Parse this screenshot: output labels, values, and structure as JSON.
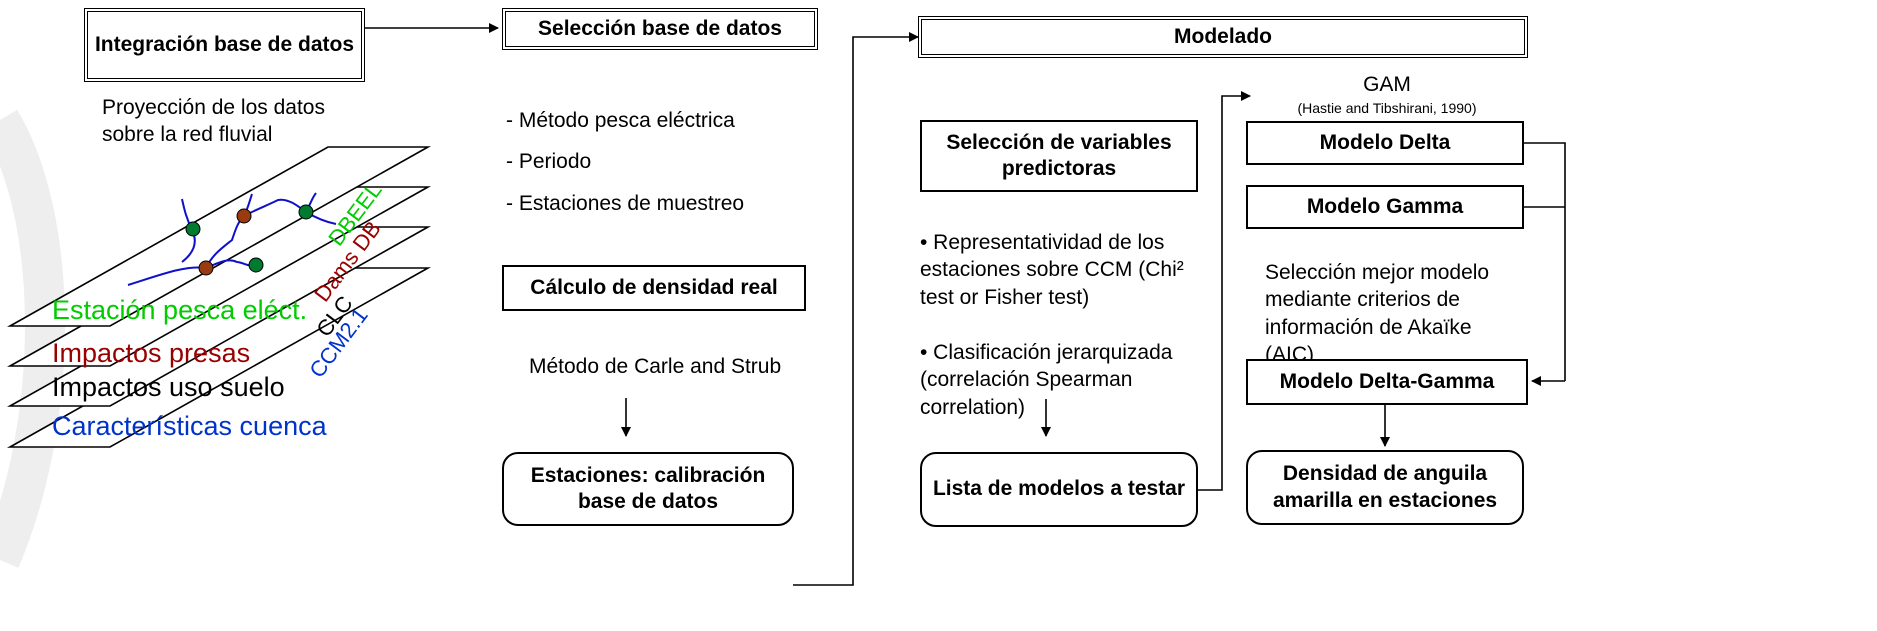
{
  "col1": {
    "header": "Integración base de datos",
    "projection": [
      "Proyección de los datos",
      "sobre la red fluvial"
    ],
    "layers": {
      "estacion": "Estación pesca eléct.",
      "presas": "Impactos presas",
      "suelo": "Impactos uso suelo",
      "cuenca": "Características cuenca"
    },
    "layer_tags": {
      "dbeel": "DBEEL",
      "dams": "Dams DB",
      "clc": "CLC",
      "ccm": "CCM2.1"
    }
  },
  "col2": {
    "header": "Selección base de datos",
    "bullets": [
      "- Método pesca eléctrica",
      "- Periodo",
      "- Estaciones de muestreo"
    ],
    "density_box": "Cálculo de densidad real",
    "method": "Método de Carle and Strub",
    "calibration_box": "Estaciones: calibración base de datos"
  },
  "col3": {
    "header": "Modelado",
    "variables_box": "Selección de variables predictoras",
    "bullet1": [
      "• Representatividad de los",
      "estaciones sobre CCM (Chi²",
      "test or  Fisher test)"
    ],
    "bullet2": [
      "• Clasificación jerarquizada",
      "(correlación Spearman",
      "correlation)"
    ],
    "models_box": "Lista de modelos a testar"
  },
  "col4": {
    "gam": "GAM",
    "citation": "(Hastie and Tibshirani, 1990)",
    "delta_box": "Modelo Delta",
    "gamma_box": "Modelo Gamma",
    "selection": [
      "Selección mejor modelo",
      "mediante criterios de",
      "información de Akaïke",
      "(AIC)"
    ],
    "delta_gamma_box": "Modelo Delta-Gamma",
    "result_box": "Densidad de anguila amarilla en estaciones"
  },
  "colors": {
    "green": "#00cc00",
    "dark_red": "#990000",
    "blue": "#0033cc",
    "river": "#1010cc",
    "node_green": "#007a2e",
    "node_brown": "#9a3a10"
  }
}
